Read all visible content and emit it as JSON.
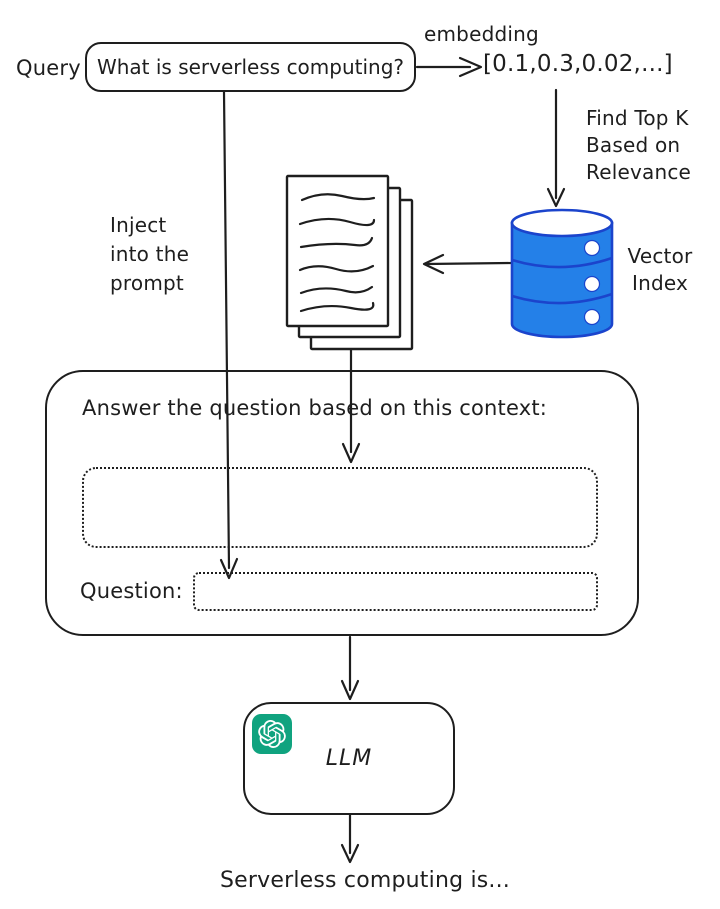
{
  "colors": {
    "stroke": "#1e1e1e",
    "db_fill": "#2480e8",
    "db_stroke": "#1b44cc",
    "openai_green": "#10a37f",
    "background": "#ffffff"
  },
  "pipeline": {
    "query": {
      "label": "Query",
      "text": "What is serverless computing?"
    },
    "embedding": {
      "label": "embedding",
      "vector": "[0.1,0.3,0.02,...]"
    },
    "retrieval": {
      "find_top_k": "Find Top K\nBased on\nRelevance",
      "vector_index": "Vector\nIndex"
    },
    "inject": {
      "text": "Inject\ninto the\nprompt"
    },
    "prompt": {
      "context_instruction": "Answer the question based on this context:",
      "question_label": "Question:"
    },
    "llm": {
      "label": "LLM",
      "icon": "openai-logo-icon"
    },
    "output": {
      "text": "Serverless computing is..."
    }
  }
}
